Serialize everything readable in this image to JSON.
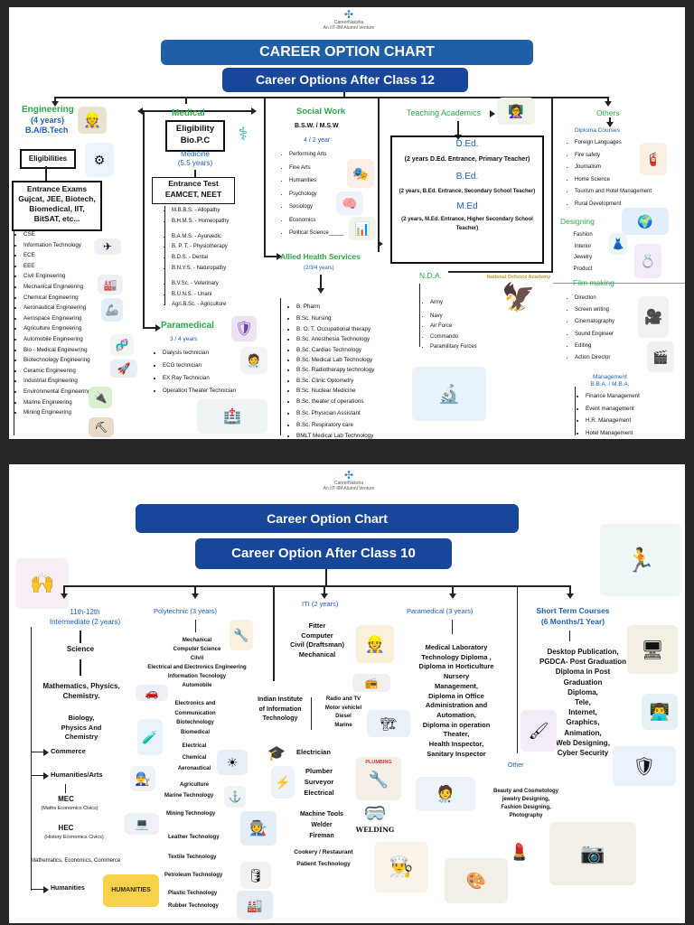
{
  "brand": {
    "name": "CareerNaksha",
    "tagline": "An IIT-IIM Alumni Venture"
  },
  "top": {
    "title": "CAREER OPTION CHART",
    "subtitle": "Career Options After Class 12",
    "engineering": {
      "title": "Engineering",
      "duration": "(4 years)",
      "degree": "B.A/B.Tech",
      "eligibilities": "Eligibilities",
      "exams_title": "Entrance Exams",
      "exams": [
        "Gujcat, JEE, Biotech,",
        "Biomedical, IIT,",
        "BitSAT, etc..."
      ],
      "branches": [
        "CSE",
        "Information Technology",
        "ECE",
        "EEE",
        "Civil Engineering",
        "Mechanical Engineering",
        "Chemical Engineering",
        "Aeronautical Engineering",
        "Aerospace Engineering",
        "Agriculture Engineering",
        "Automobile Engineering",
        "Bio - Medical Engineering",
        "Biotechnology Engineering",
        "Ceramic Engineering",
        "Industrial Engineering",
        "Environmental Engineering",
        "Marine Engineering",
        "Mining Engineering"
      ]
    },
    "medical": {
      "title": "Medical",
      "eligibility": "Eligibility",
      "eligibility_value": "Bio.P.C",
      "subtitle": "Medicine",
      "duration": "(5.5 years)",
      "test_title": "Entrance Test",
      "test_value": "EAMCET, NEET",
      "courses": [
        "M.B.B.S. - Allopathy",
        "B.H.M.S. - Homeopathy",
        "B.A.M.S. - Ayurvedic",
        "B. P. T. - Physiotherapy",
        "B.D.S. - Dental",
        "B.N.Y.S. - Naturopathy",
        "B.V.Sc. - Veterinary",
        "B.U.N.S. - Unani",
        "Agri.B.Sc. - Agriculture"
      ]
    },
    "paramedical": {
      "title": "Paramedical",
      "duration": "3 / 4 years",
      "items": [
        "Dialysis technician",
        "ECG technician",
        "EX Ray Technician",
        "Operation Theater Technician"
      ]
    },
    "social": {
      "title": "Social Work",
      "degree": "B.S.W. / M.S.W",
      "duration": "4 / 2 year",
      "items": [
        "Performing Arts",
        "Fine Arts",
        "Humanities",
        "Psychology",
        "Sociology",
        "Economics",
        "Political Science_____"
      ]
    },
    "allied": {
      "title": "Allied Health Services",
      "duration": "(2/3/4 years)",
      "items": [
        "B. Pharm",
        "B.Sc. Nursing",
        "B. O. T. Occupational therapy",
        "B.Sc. Anesthesia Technology",
        "B.Sc. Cardiac Technology",
        "B.Sc. Medical Lab Technology",
        "B.Sc. Radiotherapy technology",
        "B.Sc. Clinic Optometry",
        "B.Sc. Nuclear Medicine",
        "B.Sc. theater of operations",
        "B.Sc. Physician Assistant",
        "B.Sc. Respiratory care",
        "BMLT Medical Lab Technology"
      ]
    },
    "teaching": {
      "title": "Teaching Academics",
      "ded": "D.Ed.",
      "ded_desc": "(2 years D.Ed. Entrance, Primary Teacher)",
      "bed": "B.Ed.",
      "bed_desc": "(2 years, B.Ed. Entrance, Secondary School Teacher)",
      "med": "M.Ed",
      "med_desc": "(2 years, M.Ed. Entrance, Higher Secondary School Teacher)"
    },
    "nda": {
      "title": "N.D.A.",
      "items": [
        "Army",
        "Navy",
        "Air Force",
        "Commando",
        "Paramilitary Forces"
      ],
      "seal": "National Defence Academy"
    },
    "others": {
      "title": "Others",
      "diploma_title": "Diploma Courses",
      "diploma": [
        "Foreign Languages",
        "Fire safety",
        "Journalism",
        "Home Science",
        "Tourism and Hotel Management",
        "Rural Development"
      ],
      "designing_title": "Designing",
      "designing": [
        "Fashion",
        "Interior",
        "Jewelry",
        "Product"
      ],
      "film_title": "Film making",
      "film": [
        "Direction",
        "Screen writing",
        "Cinematography",
        "Sound Engineer",
        "Editing",
        "Action Director"
      ],
      "management_title": "Management",
      "management_degree": "B.B.A. / M.B.A.",
      "management": [
        "Finance Management",
        "Event management",
        "H.R. Management",
        "Hotel Management"
      ]
    }
  },
  "bottom": {
    "title": "Career Option Chart",
    "subtitle": "Career Option After Class 10",
    "intermediate": {
      "title": "11th-12th",
      "subtitle": "Intermediate (2 years)",
      "science": "Science",
      "sci1": [
        "Mathematics, Physics,",
        "Chemistry."
      ],
      "sci2": [
        "Biology,",
        "Physics And",
        "Chemistry"
      ],
      "commerce": "Commerce",
      "arts": "Humanities/Arts",
      "mec": "MEC",
      "mec_desc": "(Maths Economics Civics)",
      "hec": "HEC",
      "hec_desc": "(History Economics Civics)",
      "mec_full": "Mathematics, Economics, Commerce",
      "humanities": "Humanities",
      "humanities_sign": "HUMANITIES"
    },
    "polytechnic": {
      "title": "Polytechnic (3 years)",
      "group1": [
        "Mechanical",
        "Computer Science",
        "Cilvil",
        "Electrical and Electronics Engineering",
        "Information Tecnology",
        "Automobile"
      ],
      "group2": [
        "Electronics and",
        "Communication",
        "Biotechnology",
        "Biomedical"
      ],
      "group3": [
        "Electrical",
        "Chemical",
        "Aeronautical",
        "Agriculture"
      ],
      "group4": [
        "Marine Technology",
        "Mining Technology",
        "Leather Technology",
        "Textile Technology",
        "Petroleum Technology",
        "Plastic Technology",
        "Rubber Technology"
      ]
    },
    "iti": {
      "title": "ITI (2 years)",
      "group1": [
        "Fitter",
        "Computer",
        "Civil (Draftsman)",
        "Mechanical"
      ],
      "institute": [
        "Indian Institute",
        "of Information",
        "Technology"
      ],
      "group2": [
        "Radio and TV",
        "Motor vehiclel",
        "Diesel",
        "Marine"
      ],
      "electrician": "Electrician",
      "group3": [
        "Plumber",
        "Surveyor",
        "Electrical"
      ],
      "plumbing_sign": "PLUMBING",
      "group4": [
        "Machine Tools",
        "Welder",
        "Fireman"
      ],
      "welding_sign": "WELDING",
      "group5": [
        "Cookery / Restaurant",
        "Patient Technology"
      ]
    },
    "paramedical": {
      "title": "Paramedical (3 years)",
      "items": [
        "Medical Laboratory",
        "Technology Diploma  ,",
        "Diploma in Horticulture",
        "Nursery",
        "Management,",
        "Diploma in Office",
        "Administration and",
        "Automation,",
        "Diploma in operation",
        "Theater,",
        "Health Inspector,",
        "Sanitary Inspector"
      ],
      "other": "Other",
      "other_items": [
        "Beauty and Cosmetology",
        "jewelry Designing,",
        "Fashion Designing,",
        "Photography"
      ]
    },
    "short": {
      "title": "Short Term  Courses",
      "duration": "(6 Months/1 Year)",
      "items": [
        "Desktop Publication,",
        "PGDCA- Post Graduation",
        "Diploma in  Post",
        "Graduation",
        "Diploma,",
        "Tele,",
        "Internet,",
        "Graphics,",
        "Animation,",
        "Web Designing,",
        "Cyber Security"
      ]
    }
  },
  "colors": {
    "banner": "#1f5fa8",
    "green": "#2ba84a",
    "blue": "#1d5fb3"
  }
}
